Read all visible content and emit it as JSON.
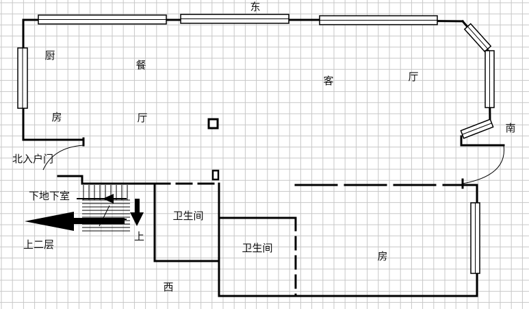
{
  "labels": {
    "east": "东",
    "south": "南",
    "west": "西",
    "kitchen_1": "厨",
    "kitchen_2": "房",
    "dining_1": "餐",
    "dining_2": "厅",
    "living_1": "客",
    "living_2": "厅",
    "north_entrance": "北入户门",
    "to_basement": "下地下室",
    "to_second_floor": "上二层",
    "stair_up": "上",
    "bathroom_1": "卫生间",
    "bathroom_2": "卫生间",
    "bedroom": "房"
  },
  "colors": {
    "wall": "#000000",
    "grid": "#c7c7c7",
    "background": "#ffffff"
  }
}
